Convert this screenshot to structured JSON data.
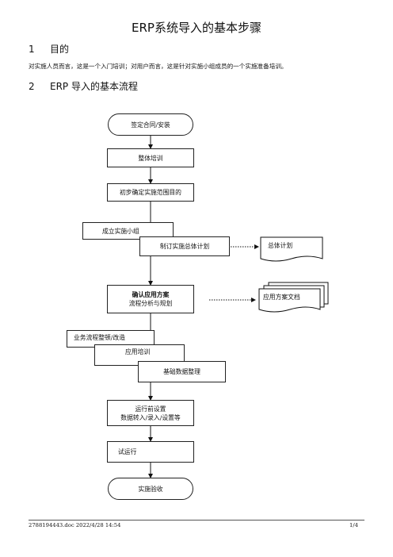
{
  "doc": {
    "title": "ERP系统导入的基本步骤",
    "section1": {
      "num": "1",
      "heading": "目的"
    },
    "purpose_text": "对实施人员而言，这是一个入门培训；对用户而言，这是针对实施小组成员的一个实施准备培训。",
    "section2": {
      "num": "2",
      "heading": "ERP 导入的基本流程"
    }
  },
  "flow": {
    "sign": "签定合同/安装",
    "overall_training": "整体培训",
    "scope": "初步确定实施范围目的",
    "team": "成立实施小组",
    "plan": "制订实施总体计划",
    "plan_doc": "总体计划",
    "confirm_line1": "确认应用方案",
    "confirm_line2": "流程分析与规划",
    "solution_doc": "应用方案文档",
    "business": "业务流程整顿/改造",
    "app_training": "应用培训",
    "base_data": "基础数据整理",
    "prerun_line1": "运行前设置",
    "prerun_line2": "数据转入/录入/设置等",
    "trial": "试运行",
    "acceptance": "实施验收"
  },
  "footer": {
    "file_info": "2788194443.doc 2022/4/28 14:54",
    "page": "1/4"
  }
}
